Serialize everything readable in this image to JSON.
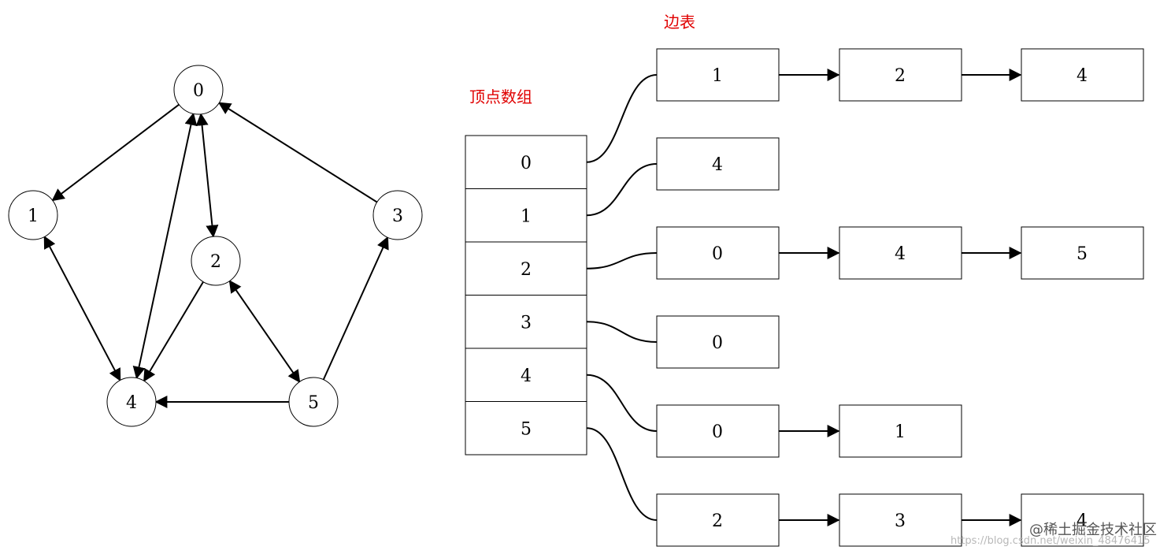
{
  "graph": {
    "nodes": [
      {
        "id": "0",
        "label": "0"
      },
      {
        "id": "1",
        "label": "1"
      },
      {
        "id": "2",
        "label": "2"
      },
      {
        "id": "3",
        "label": "3"
      },
      {
        "id": "4",
        "label": "4"
      },
      {
        "id": "5",
        "label": "5"
      }
    ],
    "edges": [
      {
        "from": "0",
        "to": "1",
        "arrow": "end"
      },
      {
        "from": "0",
        "to": "2",
        "arrow": "both"
      },
      {
        "from": "3",
        "to": "0",
        "arrow": "end"
      },
      {
        "from": "4",
        "to": "0",
        "arrow": "both"
      },
      {
        "from": "1",
        "to": "4",
        "arrow": "both"
      },
      {
        "from": "2",
        "to": "4",
        "arrow": "end"
      },
      {
        "from": "2",
        "to": "5",
        "arrow": "both"
      },
      {
        "from": "5",
        "to": "3",
        "arrow": "end"
      },
      {
        "from": "5",
        "to": "4",
        "arrow": "end"
      }
    ]
  },
  "adjacency": {
    "vertex_title": "顶点数组",
    "edge_title": "边表",
    "vertices": [
      "0",
      "1",
      "2",
      "3",
      "4",
      "5"
    ],
    "lists": [
      [
        "1",
        "2",
        "4"
      ],
      [
        "4"
      ],
      [
        "0",
        "4",
        "5"
      ],
      [
        "0"
      ],
      [
        "0",
        "1"
      ],
      [
        "2",
        "3",
        "4"
      ]
    ]
  },
  "watermark": {
    "brand": "@稀土掘金技术社区",
    "url": "https://blog.csdn.net/weixin_48476415"
  }
}
